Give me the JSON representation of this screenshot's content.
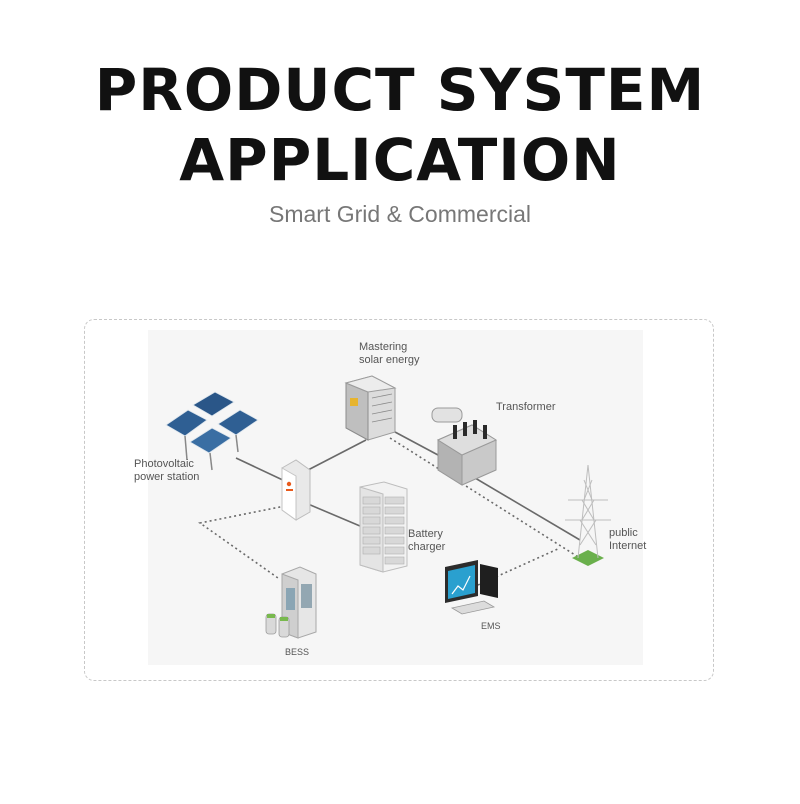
{
  "header": {
    "title_line1": "PRODUCT SYSTEM",
    "title_line2": "APPLICATION",
    "subtitle": "Smart Grid & Commercial"
  },
  "diagram": {
    "nodes": {
      "pv": "Photovoltaic\npower station",
      "mastering": "Mastering\nsolar energy",
      "transformer": "Transformer",
      "battery": "Battery\ncharger",
      "internet": "public\nInternet",
      "bess": "BESS",
      "ems": "EMS"
    },
    "inverter_logo_color": "#e85a1c",
    "ground_color": "#6ab04c",
    "connection_color": "#6a6a6a"
  }
}
